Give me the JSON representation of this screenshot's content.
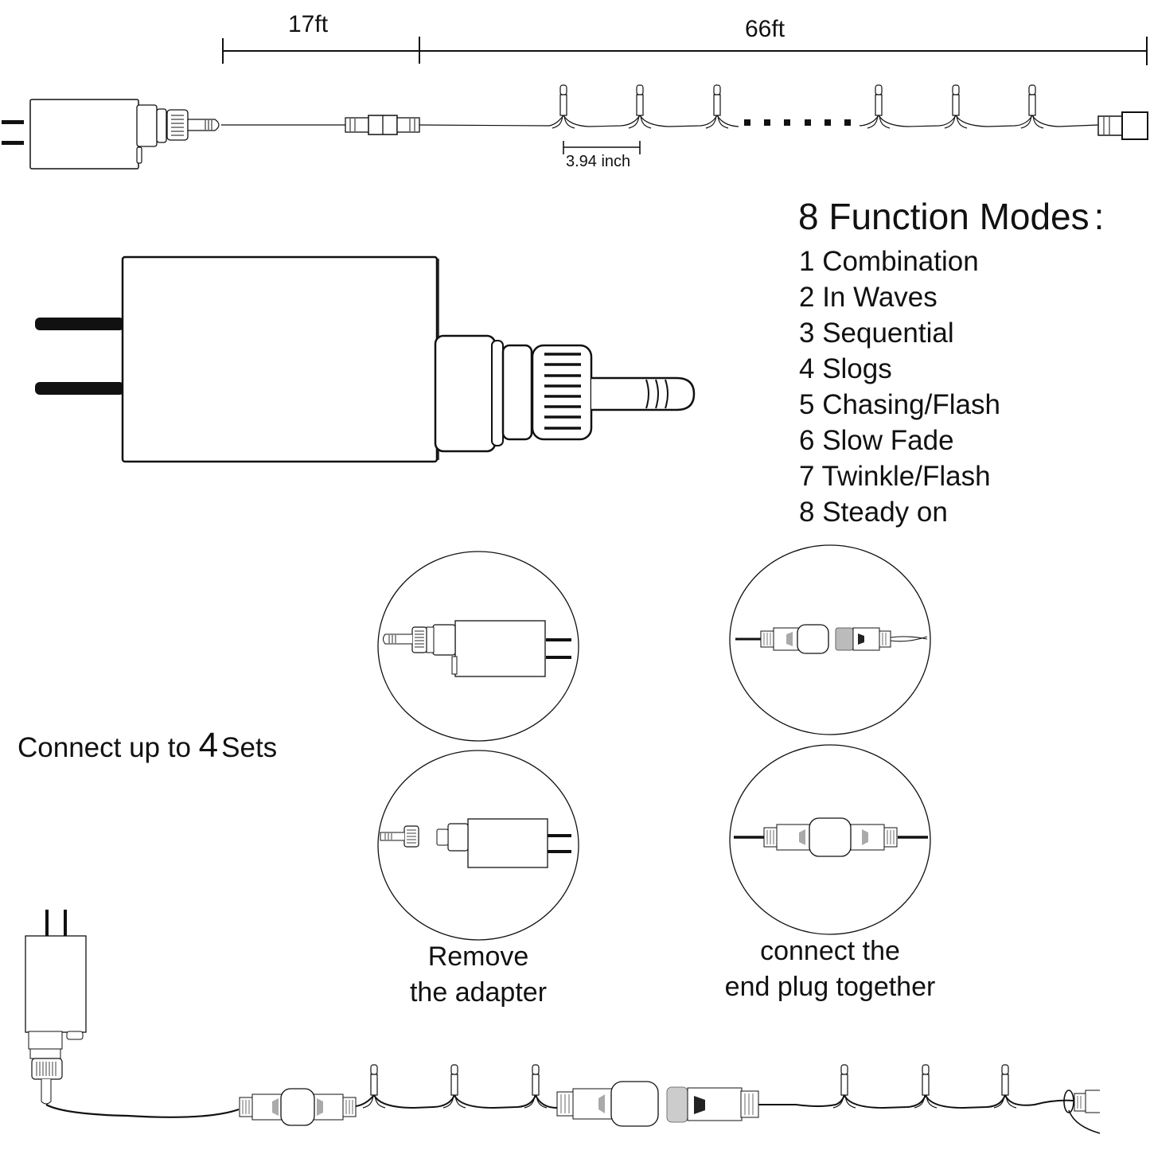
{
  "diagram": {
    "title": "LED string light specification and connection diagram",
    "lead_cable": {
      "length_label": "17ft"
    },
    "light_string": {
      "length_label": "66ft",
      "bulb_spacing_label": "3.94 inch"
    },
    "function_modes": {
      "title": "8 Function Modes",
      "title_suffix": ":",
      "items": [
        "1 Combination",
        "2 In Waves",
        "3 Sequential",
        "4 Slogs",
        "5 Chasing/Flash",
        "6 Slow Fade",
        "7 Twinkle/Flash",
        "8 Steady on"
      ]
    },
    "connect": {
      "prefix": "Connect up to ",
      "count": "4",
      "suffix": "Sets"
    },
    "steps": [
      {
        "caption_line1": "Remove",
        "caption_line2": "the adapter"
      },
      {
        "caption_line1": "connect the",
        "caption_line2": "end plug together"
      }
    ],
    "colors": {
      "line": "#111111",
      "background": "#ffffff",
      "shade": "#9a9a9a"
    }
  }
}
